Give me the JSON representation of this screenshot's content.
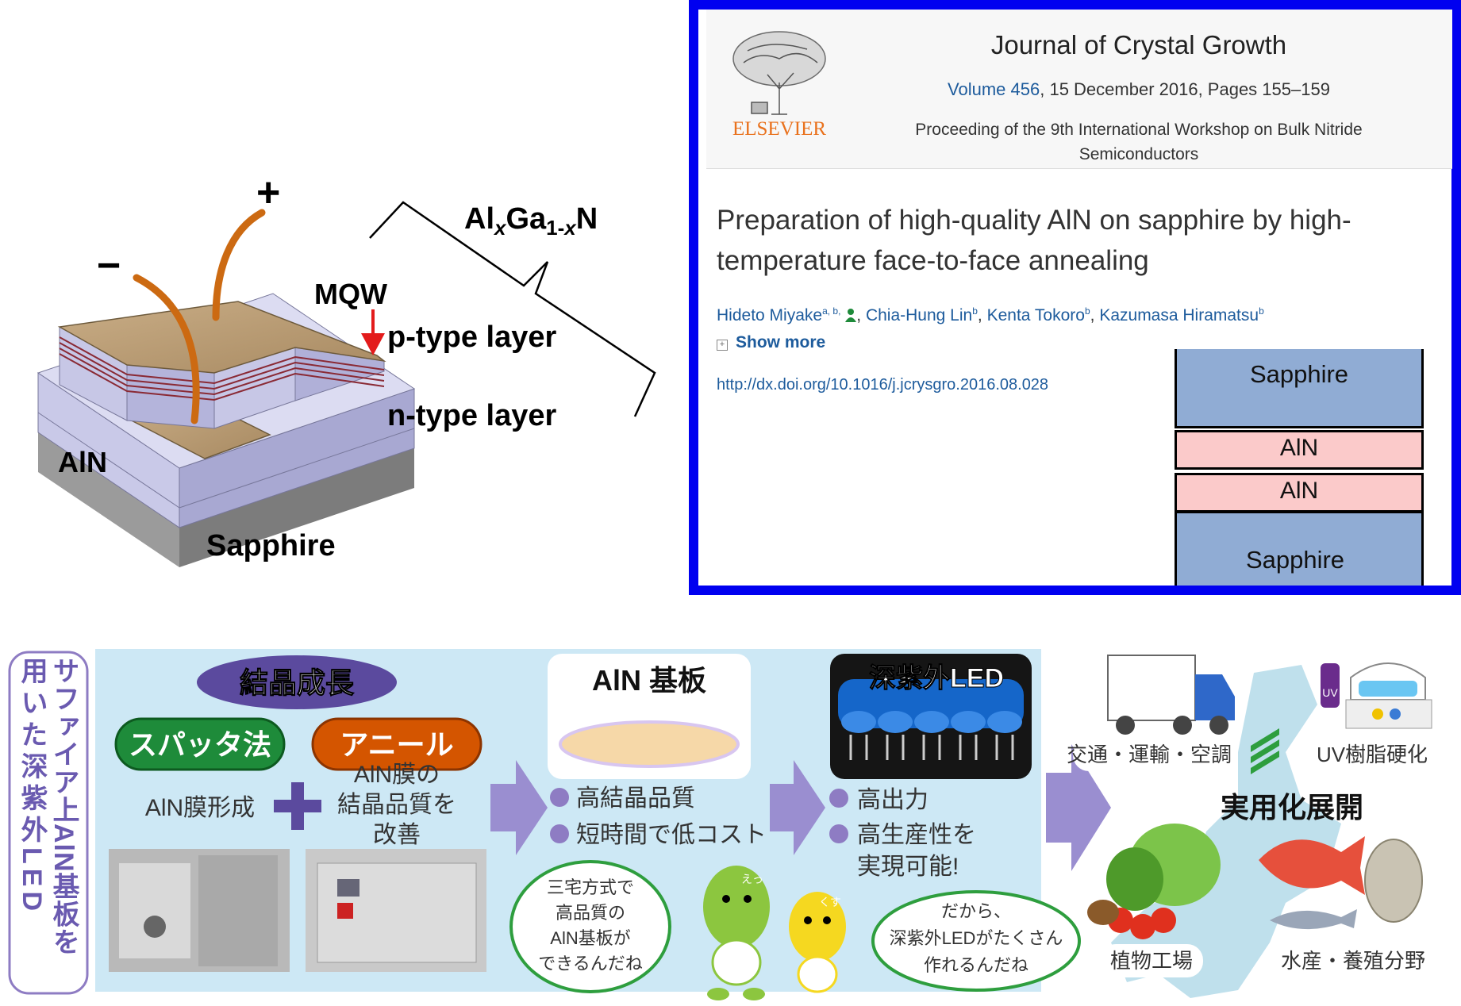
{
  "led": {
    "plus": "+",
    "minus": "−",
    "alxgan": {
      "al": "Al",
      "x1": "x",
      "ga": "Ga",
      "sub": "1-",
      "x2": "x",
      "n": "N"
    },
    "mqw": "MQW",
    "p_layer": "p-type layer",
    "n_layer": "n-type layer",
    "aln": "AlN",
    "sapphire": "Sapphire"
  },
  "paper": {
    "publisher": "ELSEVIER",
    "journal": "Journal of Crystal Growth",
    "volume_link": "Volume 456",
    "volume_rest": ", 15 December 2016, Pages 155–159",
    "proceeding_line1": "Proceeding of the 9th International Workshop on Bulk Nitride",
    "proceeding_line2": "Semiconductors",
    "title_line1": "Preparation of high-quality AlN on sapphire by high-",
    "title_line2": "temperature face-to-face annealing",
    "authors": [
      {
        "name": "Hideto Miyake",
        "sup": "a, b,"
      },
      {
        "name": "Chia-Hung Lin",
        "sup": "b"
      },
      {
        "name": "Kenta Tokoro",
        "sup": "b"
      },
      {
        "name": "Kazumasa Hiramatsu",
        "sup": "b"
      }
    ],
    "show_more": "Show more",
    "doi": "http://dx.doi.org/10.1016/j.jcrysgro.2016.08.028",
    "stack": [
      "Sapphire",
      "AlN",
      "AlN",
      "Sapphire"
    ]
  },
  "banner": {
    "side_title_col1": "サファイア上AlN基板を",
    "side_title_col2": "用いた深紫外LED",
    "crystal_growth": "結晶成長",
    "sputter": "スパッタ法",
    "anneal": "アニール",
    "aln_film_form": "AlN膜形成",
    "aln_improve": [
      "AlN膜の",
      "結晶品質を",
      "改善"
    ],
    "substrate_title": "AlN 基板",
    "substrate_points": [
      "高結晶品質",
      "短時間で低コスト"
    ],
    "duv_led_title": "深紫外LED",
    "led_points": [
      "高出力",
      "高生産性を",
      "実現可能!"
    ],
    "bubble_left": [
      "三宅方式で",
      "高品質の",
      "AlN基板が",
      "できるんだね"
    ],
    "bubble_right": [
      "だから、",
      "深紫外LEDがたくさん",
      "作れるんだね"
    ],
    "mascot_left_tag": "えっ",
    "mascot_right_tag": "くす",
    "apps_title": "実用化展開",
    "app_transport": "交通・運輸・空調",
    "app_uv_resin": "UV樹脂硬化",
    "app_plant": "植物工場",
    "app_fish": "水産・養殖分野",
    "uv_bottle_label": "UV"
  },
  "colors": {
    "frame_blue": "#0000f0",
    "link_blue": "#1d5b9c",
    "elsevier_orange": "#e9711c",
    "banner_bg": "#cde8f5",
    "arrow_purple": "#9a8ed0",
    "title_purple": "#5b4a9e",
    "sputter_green": "#1e8b3a",
    "anneal_orange": "#d45500",
    "wire_orange": "#cc6a12",
    "sapphire_blue": "#90acd4",
    "aln_pink": "#fbcaca"
  }
}
